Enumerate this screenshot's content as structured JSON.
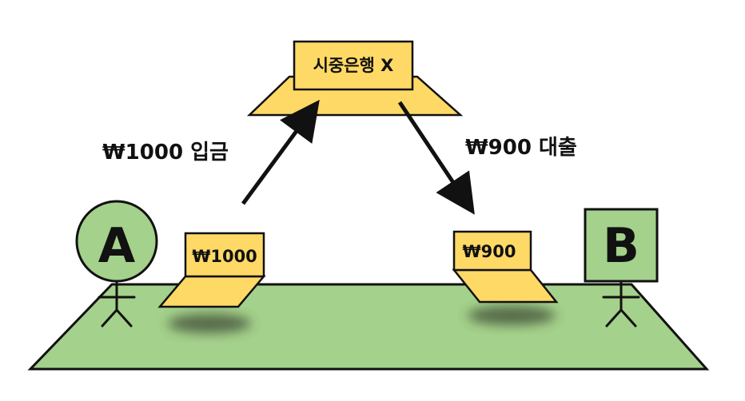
{
  "bank": {
    "label": "시중은행 X"
  },
  "flows": {
    "deposit_label": "₩1000 입금",
    "loan_label": "₩900 대출"
  },
  "person_a": {
    "letter": "A",
    "laptop_amount": "₩1000"
  },
  "person_b": {
    "letter": "B",
    "laptop_amount": "₩900"
  },
  "colors": {
    "ground": "#a4d18b",
    "node_fill": "#ffd966",
    "person_fill": "#a4d18b",
    "stroke": "#111111"
  }
}
